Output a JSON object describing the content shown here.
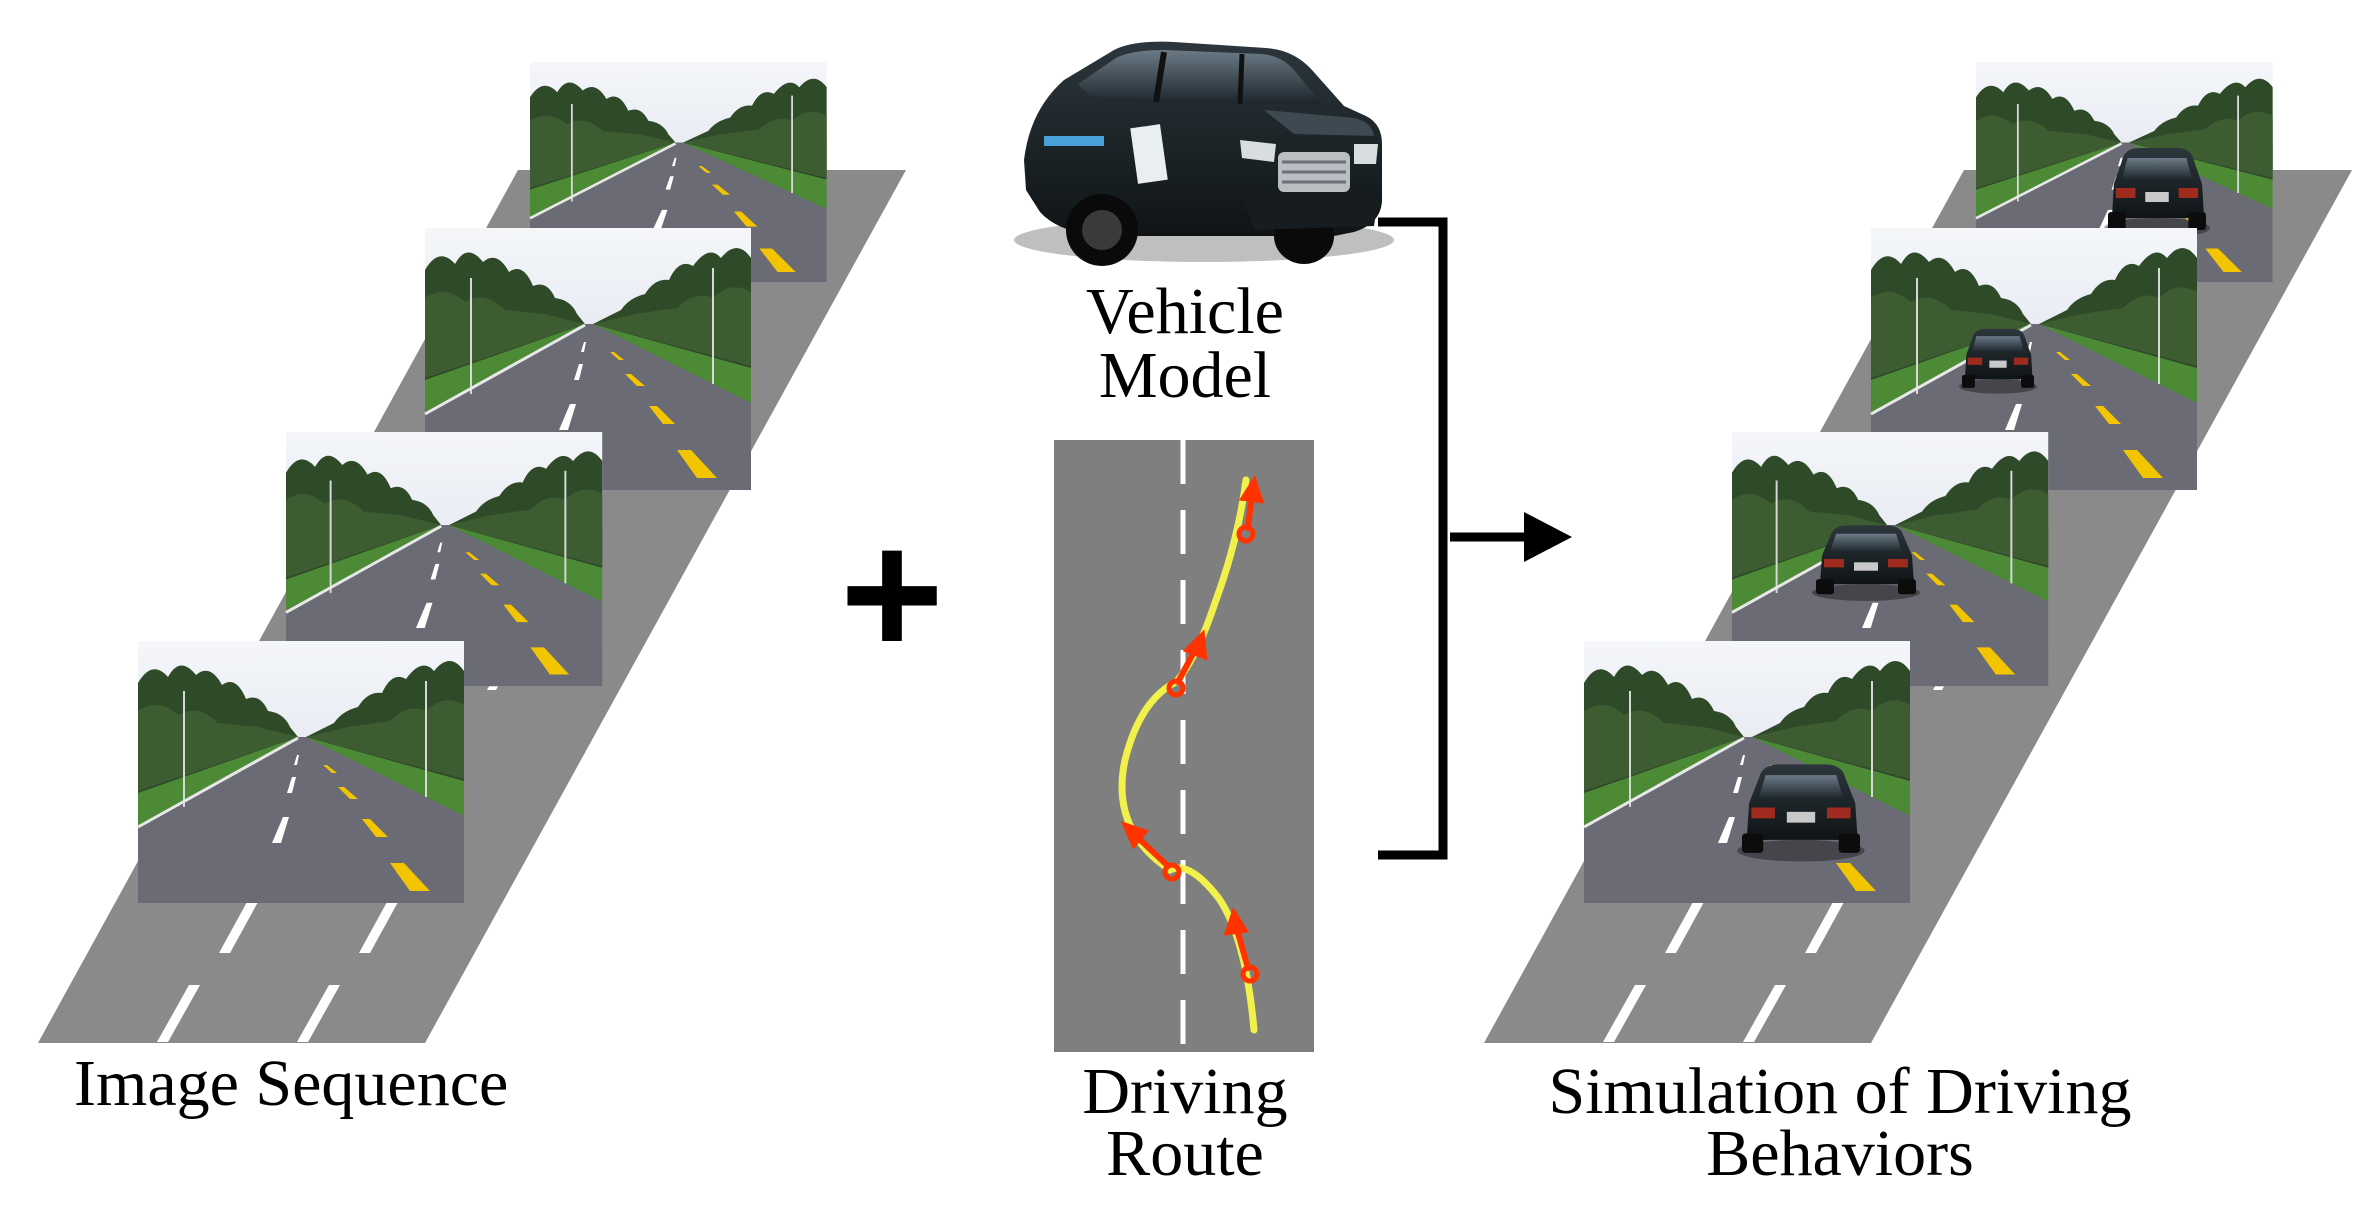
{
  "labels": {
    "image_sequence": "Image Sequence",
    "vehicle_model_line1": "Vehicle",
    "vehicle_model_line2": "Model",
    "driving_route_line1": "Driving",
    "driving_route_line2": "Route",
    "simulation_line1": "Simulation of Driving",
    "simulation_line2": "Behaviors"
  },
  "operators": {
    "plus": "+"
  },
  "colors": {
    "road_gray": "#8a8a8a",
    "route_panel": "#7f7f7f",
    "lane_marking": "#ffffff",
    "route_curve": "#f2f04a",
    "direction_arrow": "#ff3300",
    "asphalt": "#6a6b74",
    "center_line_yellow": "#f3c400",
    "vehicle_body": "#1a2226"
  }
}
